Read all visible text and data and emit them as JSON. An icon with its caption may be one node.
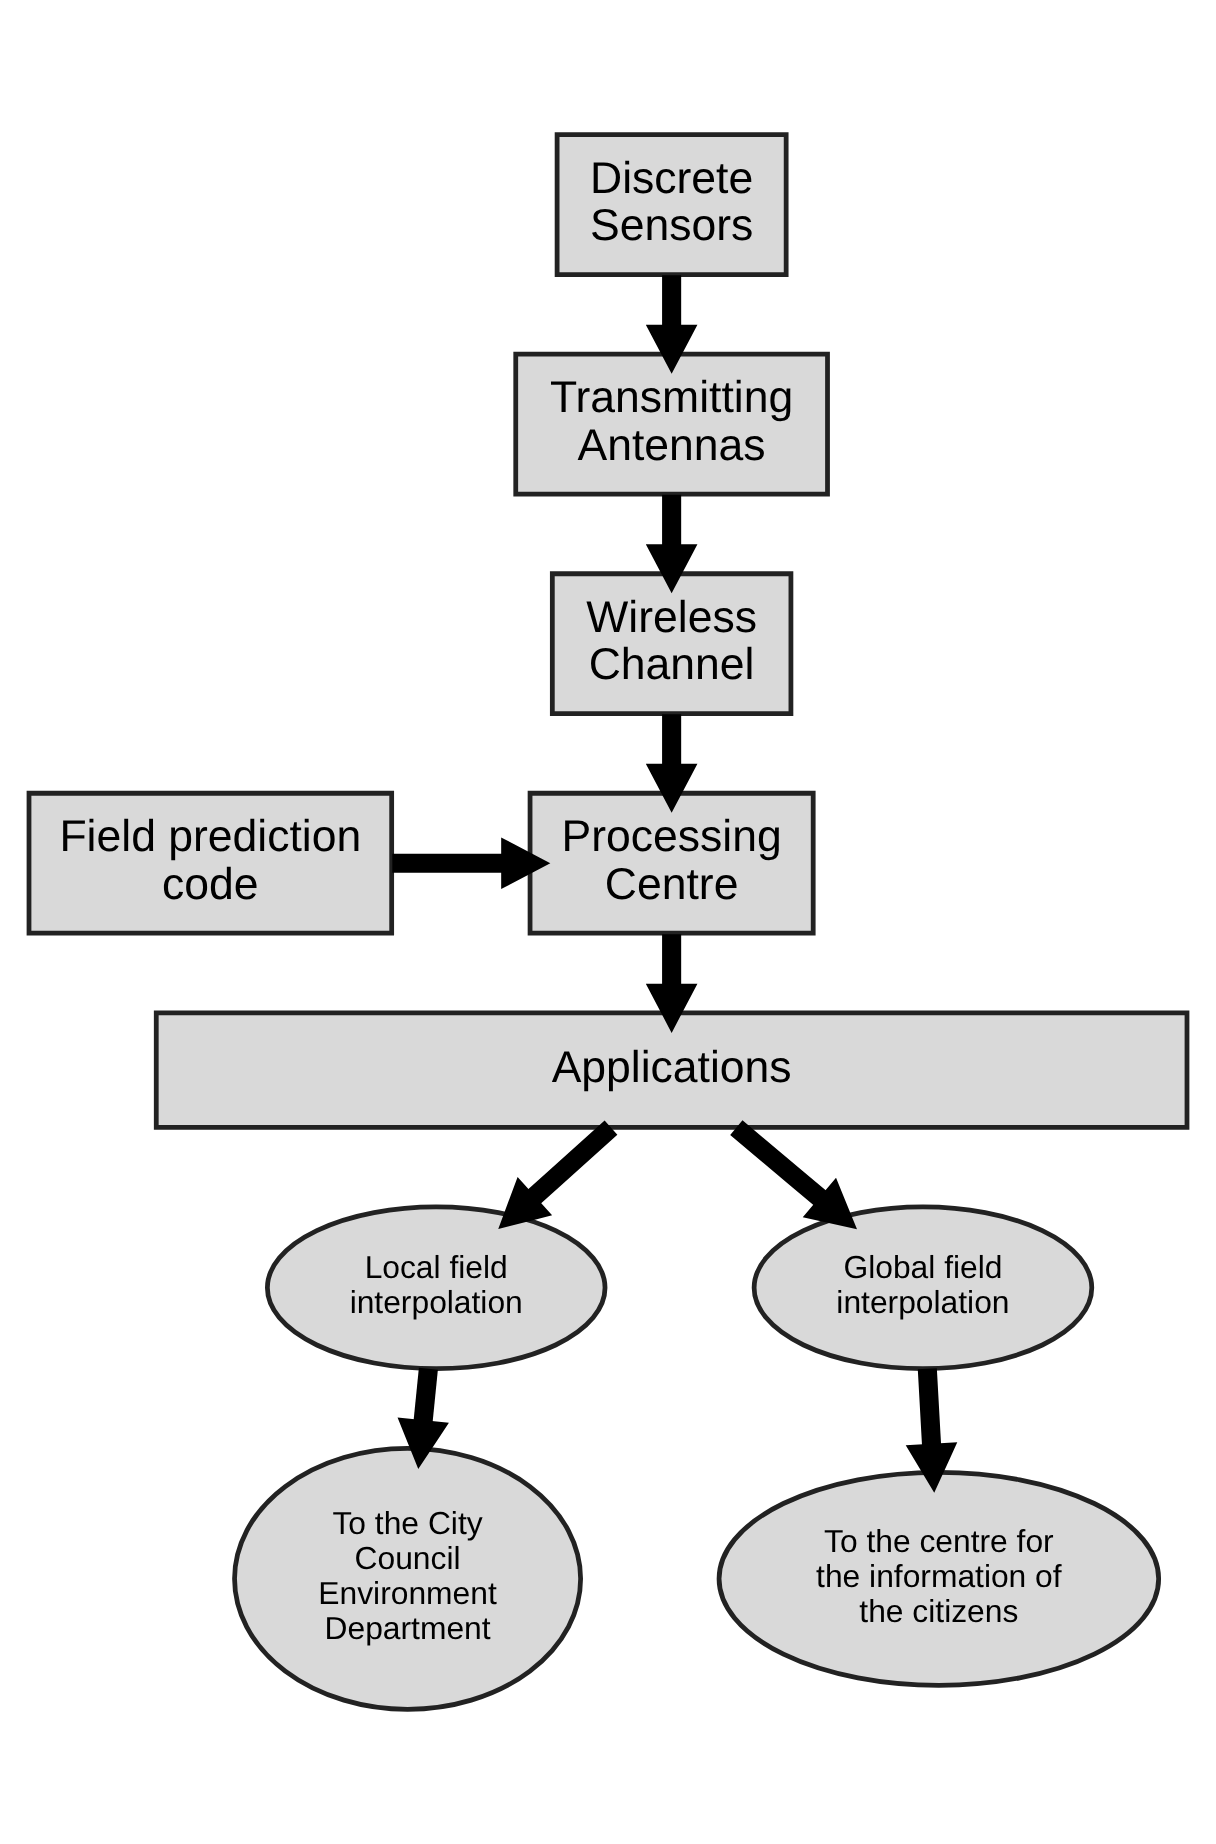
{
  "diagram": {
    "nodes": [
      {
        "text": [
          "Discrete Sensors"
        ]
      },
      {
        "text": [
          "Transmitting Antennas"
        ]
      },
      {
        "text": [
          "Wireless Channel"
        ]
      },
      {
        "text": [
          "Processing Centre"
        ]
      },
      {
        "text": [
          "Field prediction code"
        ]
      },
      {
        "text": [
          "Applications"
        ]
      },
      {
        "text": [
          "Local field interpolation"
        ]
      },
      {
        "text": [
          "Global field interpolation"
        ]
      },
      {
        "text": [
          "To the City Council Environment Department"
        ]
      },
      {
        "text": [
          "To the centre for the information of the citizens"
        ]
      }
    ],
    "edges": [
      {
        "from": 0,
        "to": 1,
        "arrow": "to"
      },
      {
        "from": 1,
        "to": 2,
        "arrow": "to"
      },
      {
        "from": 2,
        "to": 3,
        "arrow": "to"
      },
      {
        "from": 4,
        "to": 3,
        "arrow": "to"
      },
      {
        "from": 3,
        "to": 5,
        "arrow": "to"
      },
      {
        "from": 5,
        "to": 6,
        "arrow": "to"
      },
      {
        "from": 5,
        "to": 7,
        "arrow": "to"
      },
      {
        "from": 6,
        "to": 8,
        "arrow": "to"
      },
      {
        "from": 7,
        "to": 9,
        "arrow": "to"
      }
    ]
  }
}
